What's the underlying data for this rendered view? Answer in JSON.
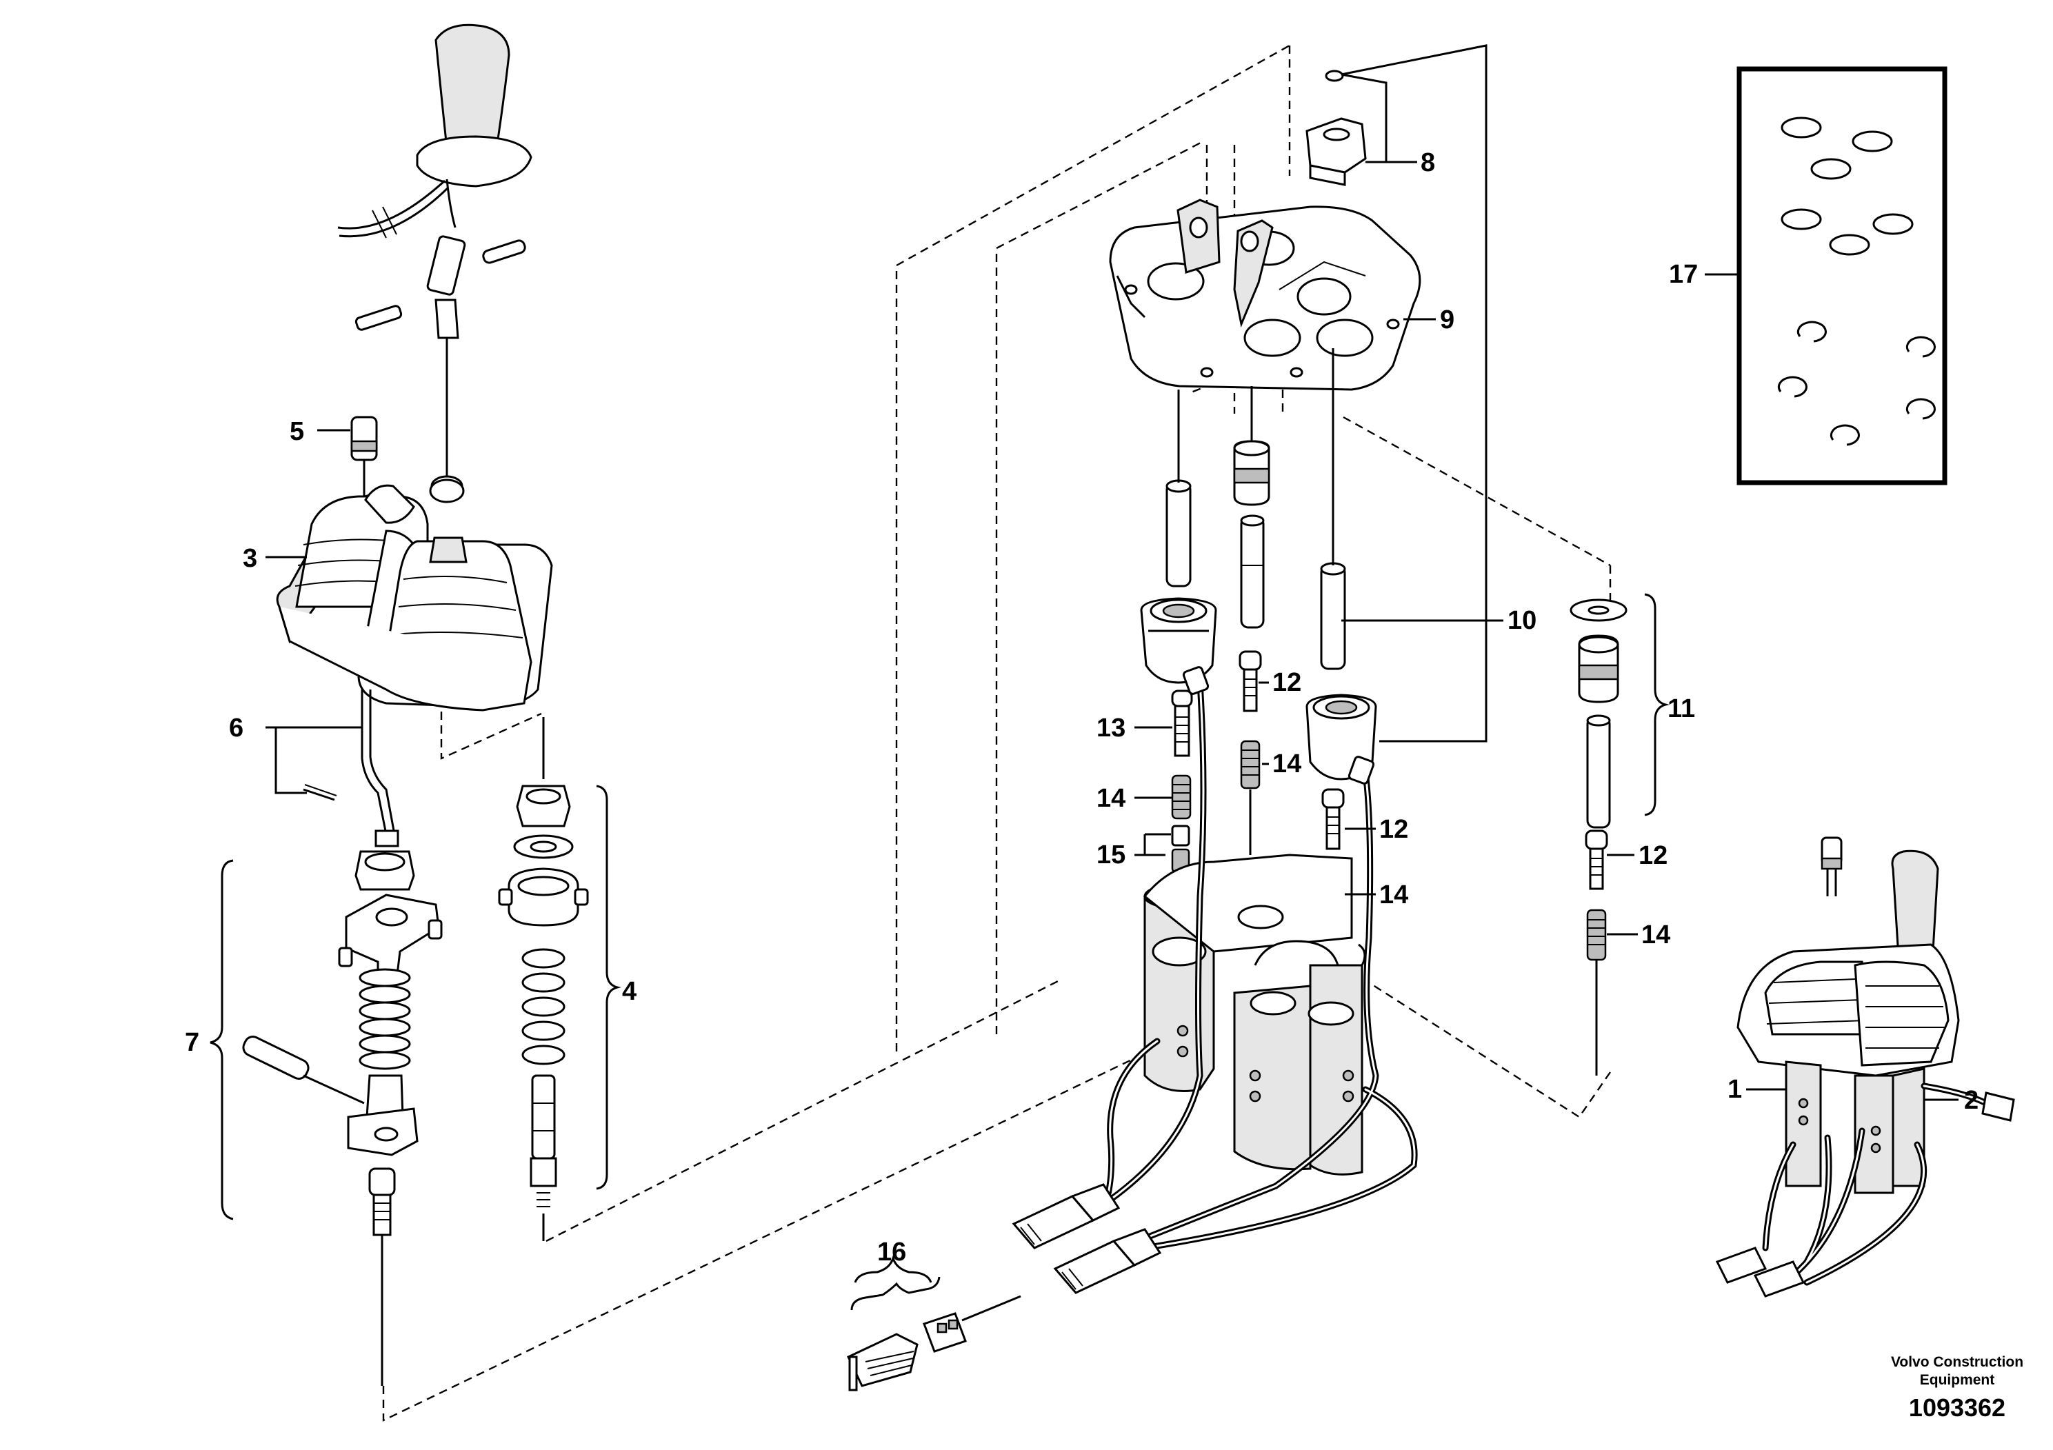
{
  "callouts": [
    "1",
    "2",
    "3",
    "4",
    "5",
    "6",
    "7",
    "8",
    "9",
    "10",
    "11",
    "12",
    "13",
    "14",
    "15",
    "16",
    "17"
  ],
  "callout_repeats": {
    "12": [
      "12",
      "12",
      "12"
    ],
    "14": [
      "14",
      "14",
      "14",
      "14"
    ]
  },
  "credit": {
    "line1": "Volvo Construction",
    "line2": "Equipment",
    "number": "1093362"
  }
}
